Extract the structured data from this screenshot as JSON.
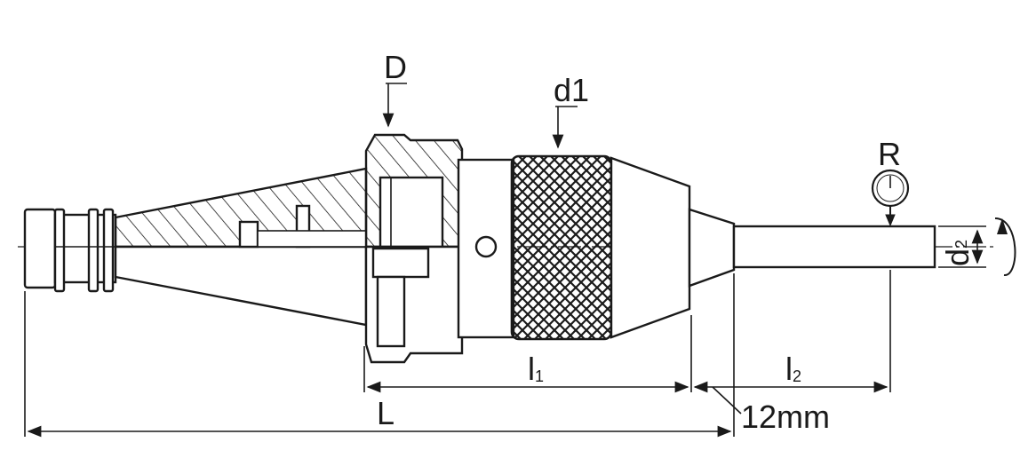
{
  "labels": {
    "D": "D",
    "d1": "d1",
    "R": "R",
    "d2_main": "d",
    "d2_sub": "2",
    "l1_main": "l",
    "l1_sub": "1",
    "l2_main": "l",
    "l2_sub": "2",
    "L": "L",
    "runout": "12mm"
  },
  "colors": {
    "stroke": "#1a1a1a",
    "fill": "#ffffff"
  }
}
